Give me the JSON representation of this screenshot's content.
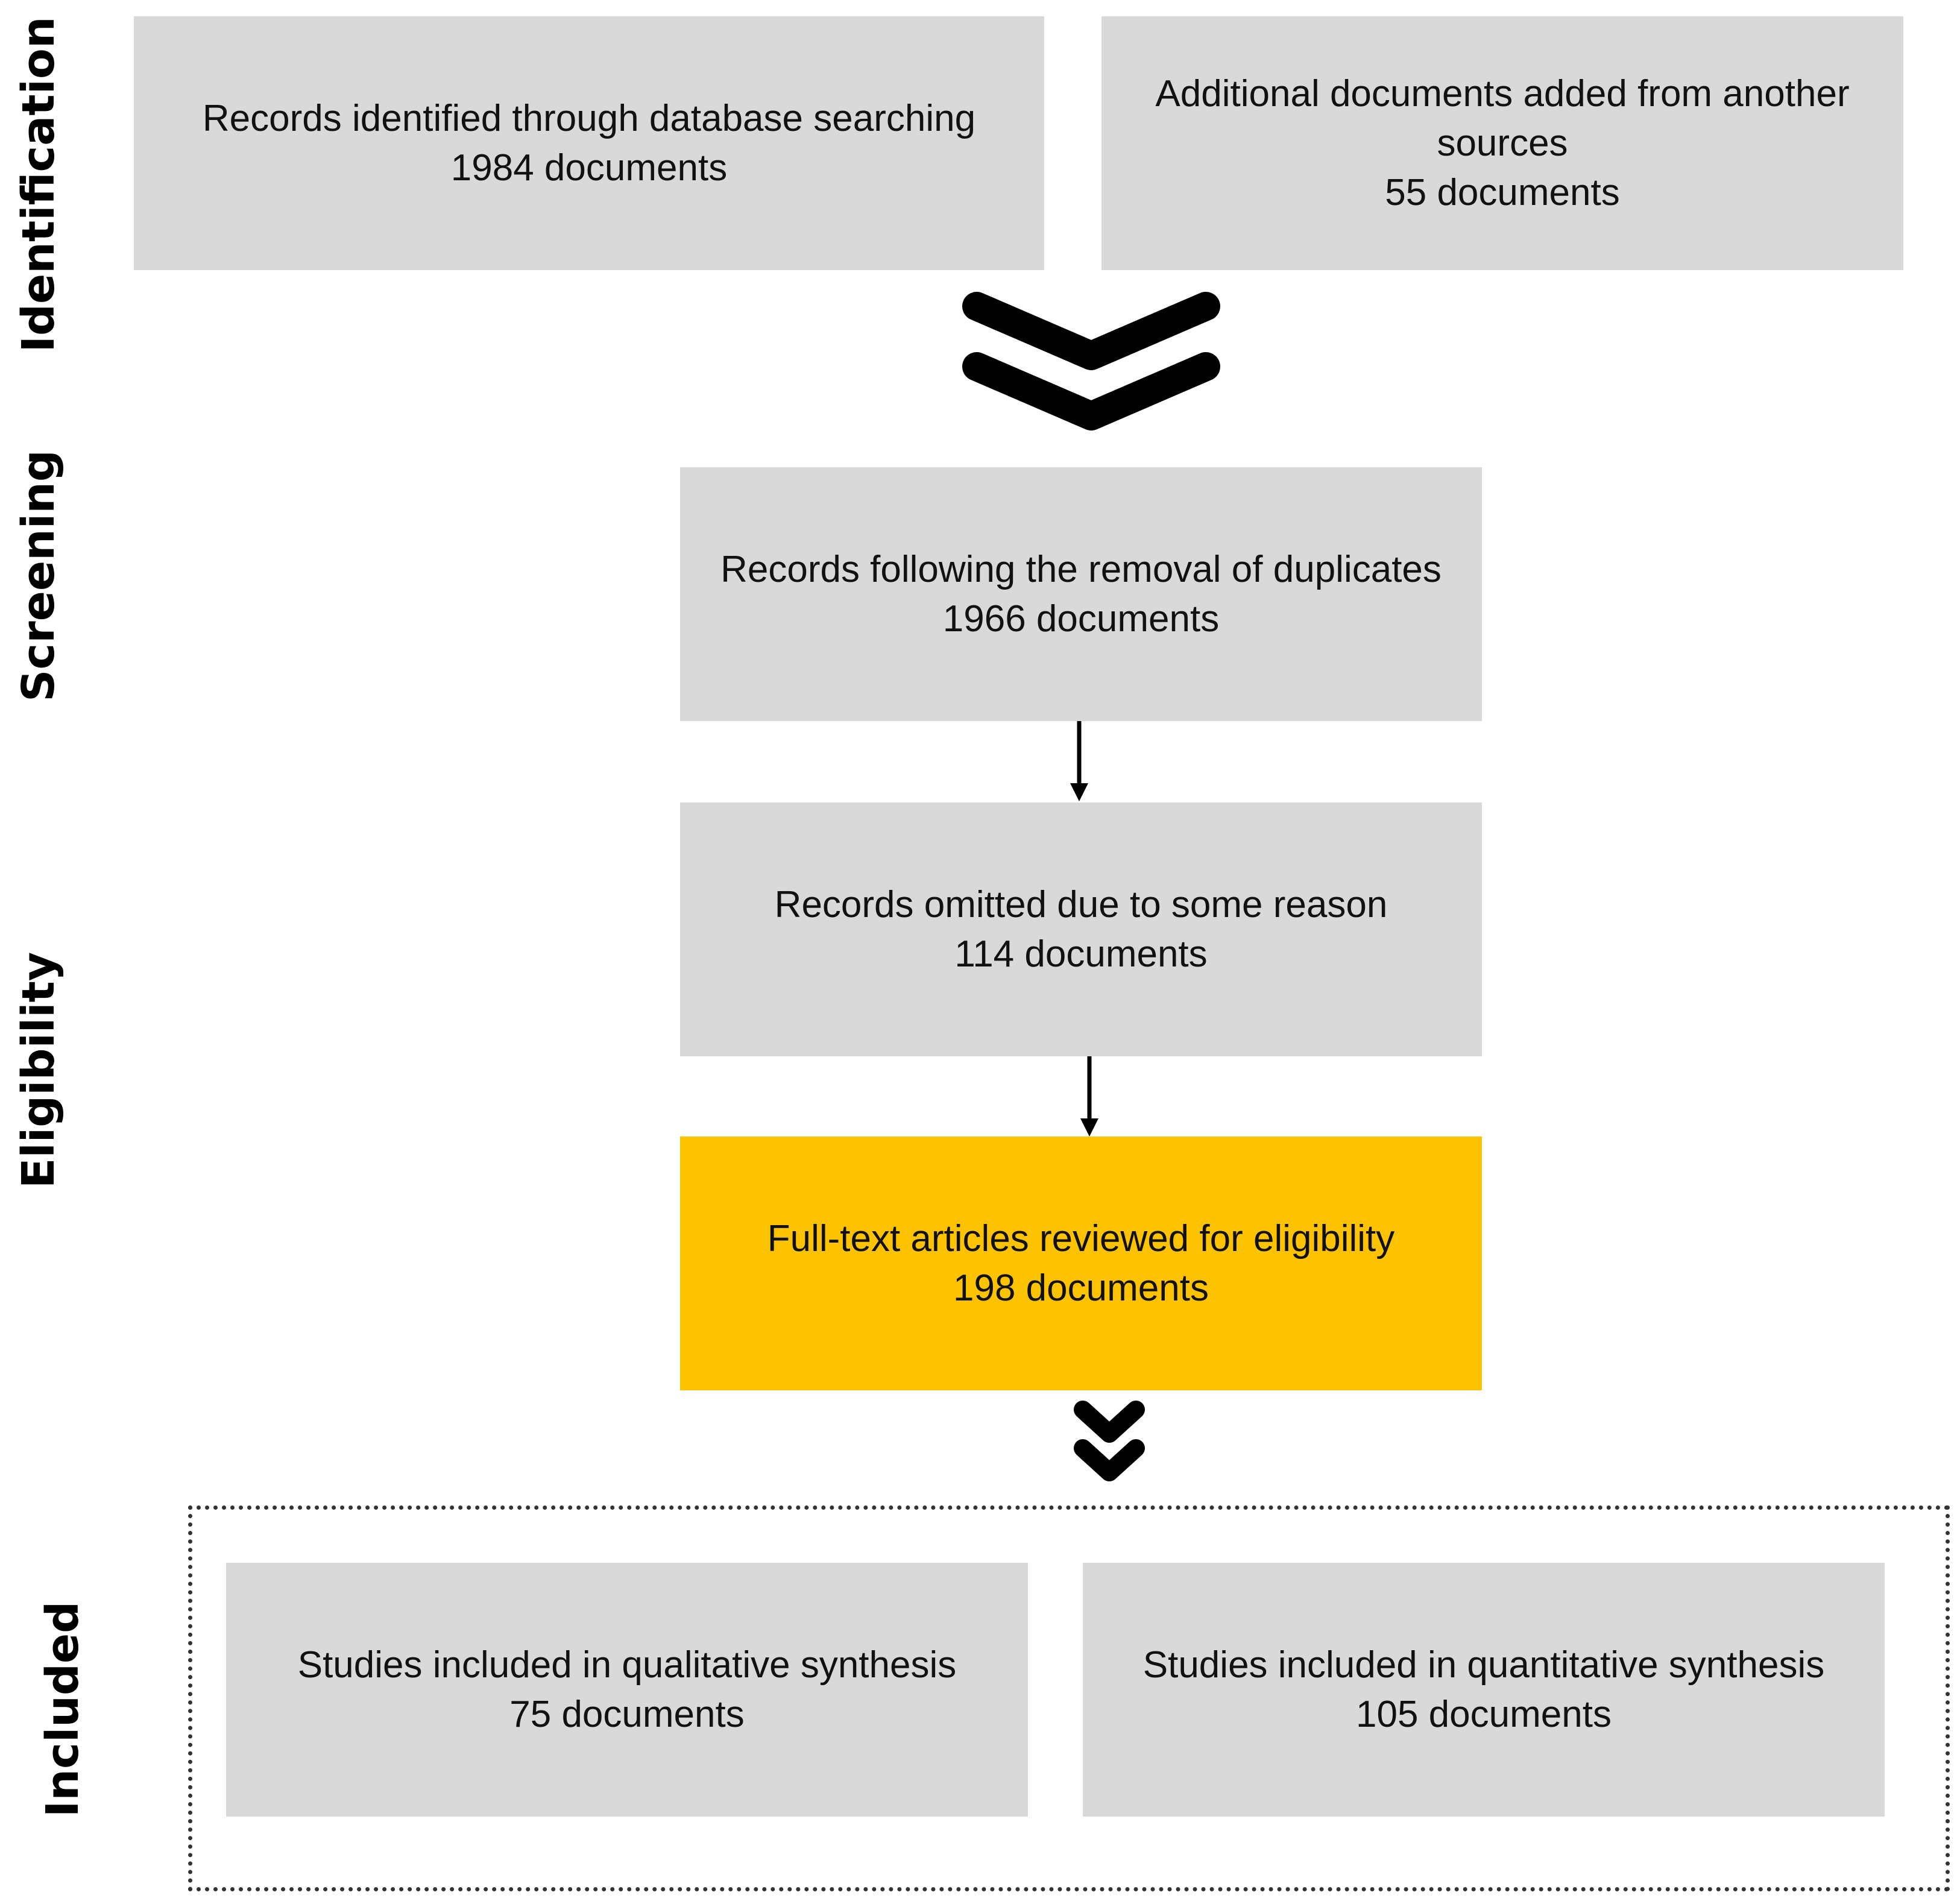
{
  "stages": {
    "identification": "Identification",
    "screening": "Screening",
    "eligibility": "Eligibility",
    "included": "Included"
  },
  "boxes": {
    "database_search": {
      "line1": "Records identified through database searching",
      "line2": "1984 documents"
    },
    "other_sources": {
      "line1": "Additional documents added from another sources",
      "line2": "55 documents"
    },
    "duplicates_removed": {
      "line1": "Records following the removal of duplicates",
      "line2": "1966 documents"
    },
    "records_omitted": {
      "line1": "Records omitted due to some reason",
      "line2": "114 documents"
    },
    "full_text_reviewed": {
      "line1": "Full-text articles reviewed for eligibility",
      "line2": "198 documents"
    },
    "qualitative_synthesis": {
      "line1": "Studies included in qualitative synthesis",
      "line2": "75 documents"
    },
    "quantitative_synthesis": {
      "line1": "Studies included in quantitative synthesis",
      "line2": "105 documents"
    }
  },
  "colors": {
    "box_fill": "#d9d9d9",
    "highlight_fill": "#fdc200",
    "stroke": "#000000"
  },
  "icons": {
    "large_chevron": "double-chevron-down-icon",
    "small_chevron": "double-chevron-down-icon",
    "arrow": "arrow-down-icon"
  }
}
